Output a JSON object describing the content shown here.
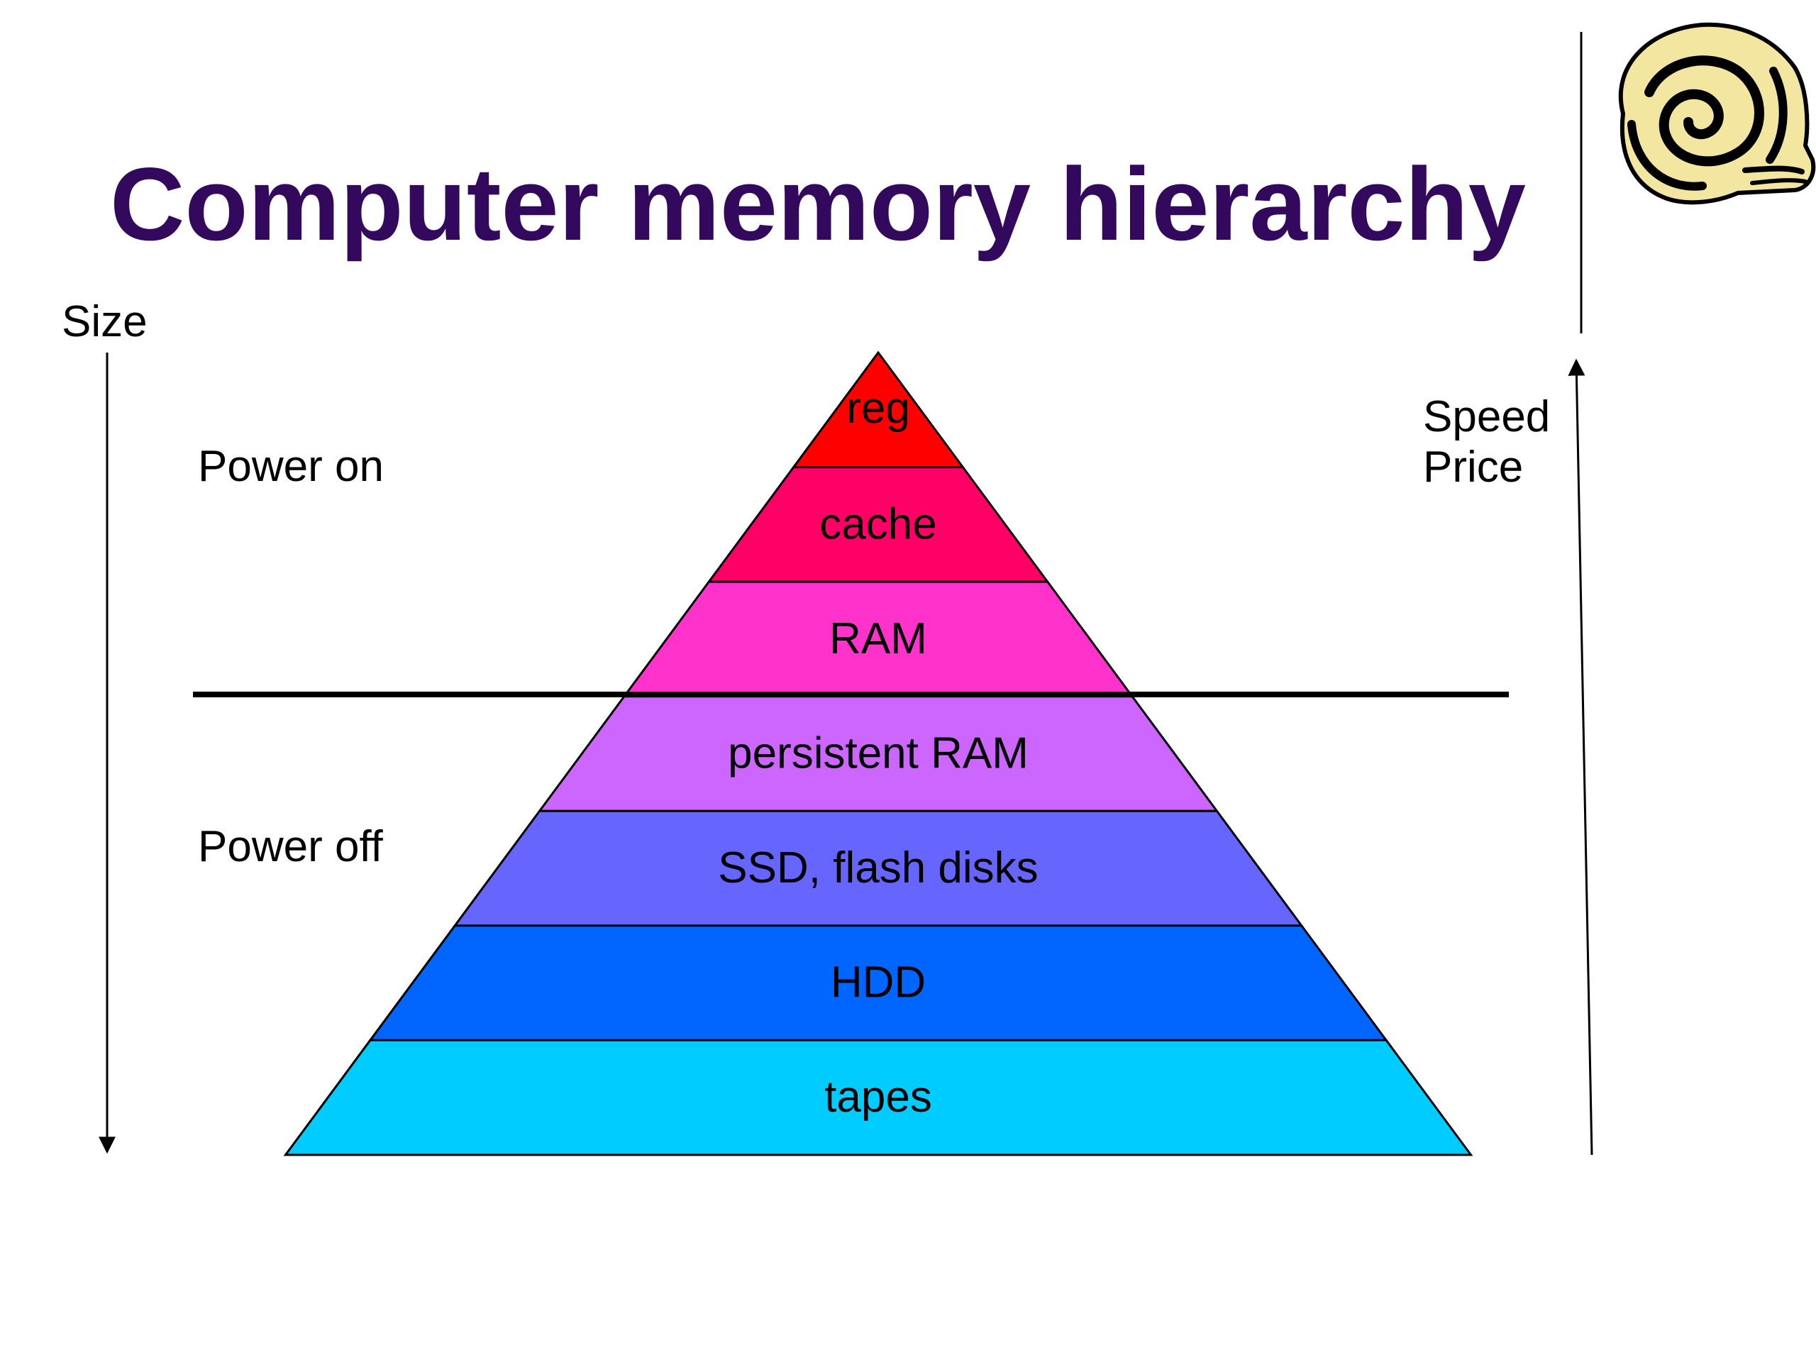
{
  "slide": {
    "title": "Computer memory hierarchy",
    "size_label": "Size",
    "speed_label": "Speed",
    "price_label": "Price",
    "power_on_label": "Power on",
    "power_off_label": "Power off",
    "scroll_icon": "scroll-icon"
  },
  "pyramid": {
    "levels": [
      {
        "label": "reg",
        "color": "#ff0000"
      },
      {
        "label": "cache",
        "color": "#ff0066"
      },
      {
        "label": "RAM",
        "color": "#ff33cc"
      },
      {
        "label": "persistent RAM",
        "color": "#cc66ff"
      },
      {
        "label": "SSD, flash disks",
        "color": "#6666ff"
      },
      {
        "label": "HDD",
        "color": "#0066ff"
      },
      {
        "label": "tapes",
        "color": "#00ccff"
      }
    ]
  },
  "colors": {
    "title": "#33095e",
    "scroll_fill": "#f2e6a0",
    "text": "#000000"
  }
}
